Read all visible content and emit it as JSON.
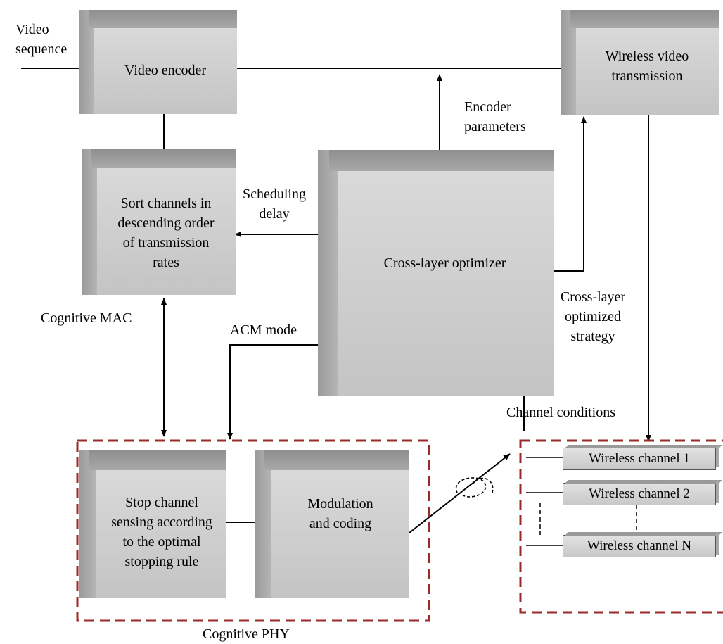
{
  "input": {
    "label": "Video\nsequence"
  },
  "boxes": {
    "video_encoder": "Video encoder",
    "wireless_video_transmission": "Wireless video\ntransmission",
    "sort_channels": "Sort channels in\ndescending order\nof transmission\nrates",
    "cross_layer_optimizer": "Cross-layer optimizer",
    "stop_channel_sensing": "Stop channel\nsensing according\nto the optimal\nstopping rule",
    "modulation_coding": "Modulation\nand coding"
  },
  "labels": {
    "encoder_parameters": "Encoder\nparameters",
    "scheduling_delay": "Scheduling\ndelay",
    "cognitive_mac": "Cognitive MAC",
    "acm_mode": "ACM mode",
    "cross_layer_strategy": "Cross-layer\noptimized\nstrategy",
    "channel_conditions": "Channel conditions",
    "cognitive_phy": "Cognitive PHY"
  },
  "channels": [
    "Wireless channel 1",
    "Wireless channel 2",
    "Wireless channel N"
  ],
  "colors": {
    "dashed_border": "#9b2a2a",
    "box_face": "#cccccc",
    "line": "#000000"
  }
}
